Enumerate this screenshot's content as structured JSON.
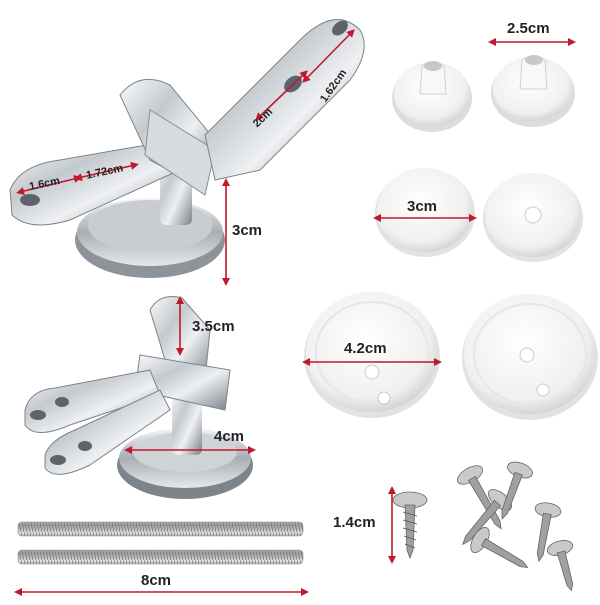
{
  "product": {
    "kind": "toilet seat hinge kit",
    "part_names": [
      "hinge-left",
      "hinge-right",
      "cap-small",
      "washer-medium",
      "washer-large",
      "threaded-rod",
      "screw"
    ]
  },
  "dimensions": {
    "hinge_hole_width": "1.6cm",
    "hinge_arm_width": "1.72cm",
    "hinge_slot_spacing": "2cm",
    "hinge_slot_length": "1.62cm",
    "hinge_height": "3cm",
    "hinge_riser": "3.5cm",
    "base_diameter": "4cm",
    "cap_diameter": "2.5cm",
    "washer_medium_diameter": "3cm",
    "washer_large_diameter": "4.2cm",
    "screw_length": "1.4cm",
    "rod_length": "8cm"
  },
  "colors": {
    "measure_line": "#c0182e",
    "label_text": "#222222",
    "chrome_light": "#f2f4f6",
    "chrome_mid": "#b9bec4",
    "chrome_dark": "#6b7178",
    "plastic": "#f4f4f4",
    "plastic_shadow": "#d9d9d9",
    "steel": "#9a9a9a"
  }
}
